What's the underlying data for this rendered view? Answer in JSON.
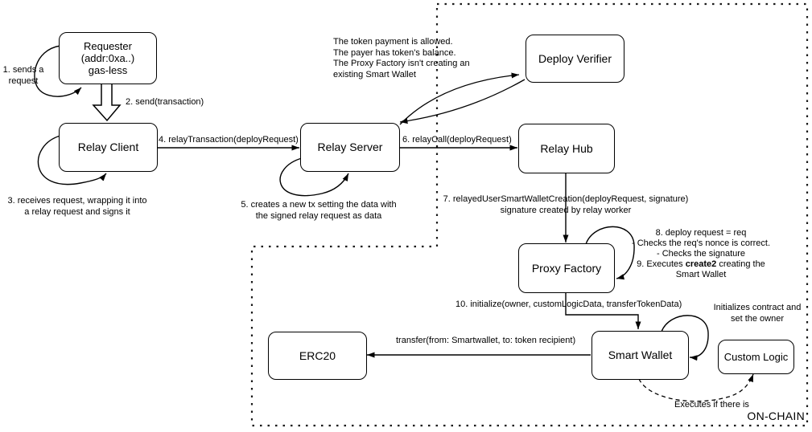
{
  "diagram": {
    "onchain_label": "ON-CHAIN",
    "boxes": {
      "requester": "Requester\n(addr:0xa..)\ngas-less",
      "relay_client": "Relay Client",
      "relay_server": "Relay Server",
      "deploy_verifier": "Deploy Verifier",
      "relay_hub": "Relay Hub",
      "proxy_factory": "Proxy Factory",
      "smart_wallet": "Smart Wallet",
      "erc20": "ERC20",
      "custom_logic": "Custom Logic"
    },
    "labels": {
      "step1": "1. sends a\nrequest",
      "step2": "2. send(transaction)",
      "step3": "3. receives request, wrapping it into\na relay request and signs it",
      "step4": "4. relayTransaction(deployRequest)",
      "step5": "5. creates a new tx setting the data with\nthe signed relay request as data",
      "verifier_note": "The token payment is allowed.\nThe payer has token's balance.\nThe Proxy Factory isn't creating an\nexisting Smart Wallet",
      "step6": "6. relayCall(deployRequest)",
      "step7": "7. relayedUserSmartWalletCreation(deployRequest, signature)\nsignature created by relay worker",
      "step8_line1": "8. deploy request = req",
      "step8_line2": "- Checks the req's nonce is correct.",
      "step8_line3": "- Checks the signature",
      "step9_prefix": "9. Executes ",
      "step9_bold": "create2",
      "step9_suffix": " creating the",
      "step9_line2": "Smart Wallet",
      "step10": "10. initialize(owner, customLogicData, transferTokenData)",
      "transfer": "transfer(from: Smartwallet, to: token recipient)",
      "init_note": "Initializes contract and\nset the owner",
      "executes_note": "Executes if there is"
    },
    "colors": {
      "line": "#000000",
      "background": "#ffffff"
    }
  }
}
